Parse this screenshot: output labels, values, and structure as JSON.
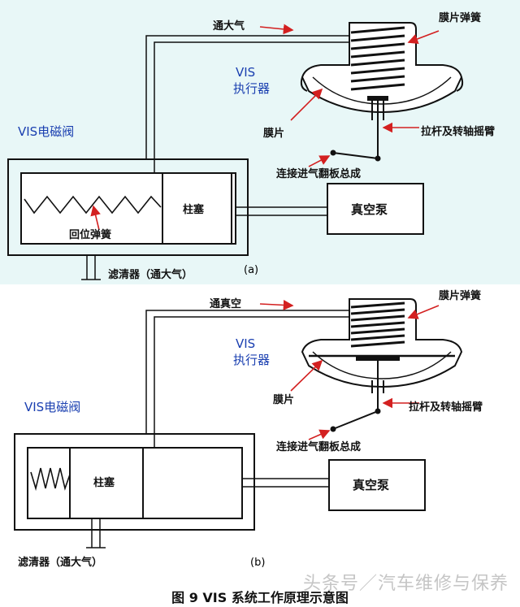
{
  "panel_a": {
    "vis_valve": "VIS电磁阀",
    "vis_actuator_line1": "VIS",
    "vis_actuator_line2": "执行器",
    "atmosphere_line": "通大气",
    "diaphragm_spring": "膜片弹簧",
    "diaphragm": "膜片",
    "pull_rod": "拉杆及转轴摇臂",
    "intake_flap": "连接进气翻板总成",
    "plunger": "柱塞",
    "vacuum_pump": "真空泵",
    "return_spring": "回位弹簧",
    "filter": "滤清器（通大气）",
    "tag": "(a)"
  },
  "panel_b": {
    "vis_valve": "VIS电磁阀",
    "vis_actuator_line1": "VIS",
    "vis_actuator_line2": "执行器",
    "vacuum_line": "通真空",
    "diaphragm_spring": "膜片弹簧",
    "diaphragm": "膜片",
    "pull_rod": "拉杆及转轴摇臂",
    "intake_flap": "连接进气翻板总成",
    "plunger": "柱塞",
    "vacuum_pump": "真空泵",
    "filter": "滤清器（通大气）",
    "tag": "(b)"
  },
  "caption": "图 9 VIS 系统工作原理示意图",
  "watermark": "头条号／汽车维修与保养",
  "colors": {
    "arrow": "#d32020",
    "label_blue": "#1a3fb0",
    "panel_a_bg": "#e8f7f7"
  }
}
